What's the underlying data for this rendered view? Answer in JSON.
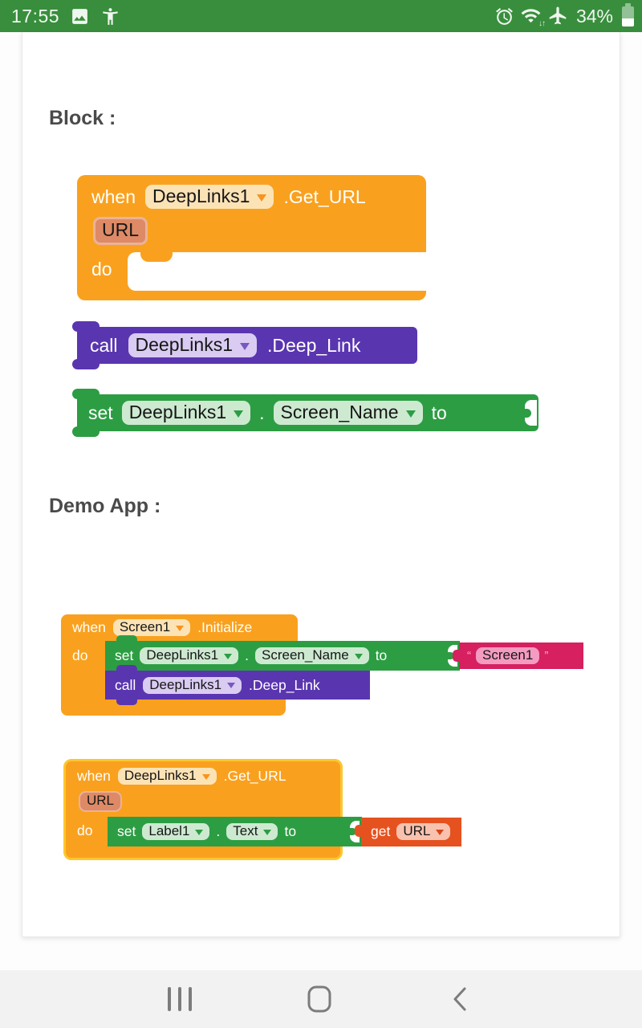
{
  "status_bar": {
    "time": "17:55",
    "battery": "34%",
    "left_icons": [
      "image-icon",
      "accessibility-icon"
    ],
    "right_icons": [
      "alarm-icon",
      "wifi-icon",
      "airplane-icon",
      "battery-icon"
    ]
  },
  "headings": {
    "block": "Block :",
    "demo": "Demo App :"
  },
  "kw": {
    "when": "when",
    "do": "do",
    "call": "call",
    "set": "set",
    "to": "to",
    "get": "get",
    "dot": "."
  },
  "block_section": {
    "event": {
      "component": "DeepLinks1",
      "event_name": ".Get_URL",
      "param": "URL"
    },
    "call": {
      "component": "DeepLinks1",
      "method": ".Deep_Link"
    },
    "setter": {
      "component": "DeepLinks1",
      "property": "Screen_Name"
    }
  },
  "demo_section": {
    "init": {
      "component": "Screen1",
      "event_name": ".Initialize"
    },
    "set1": {
      "component": "DeepLinks1",
      "property": "Screen_Name",
      "quote_open": "“",
      "quote_close": "”",
      "value": "Screen1"
    },
    "call1": {
      "component": "DeepLinks1",
      "method": ".Deep_Link"
    },
    "event2": {
      "component": "DeepLinks1",
      "event_name": ".Get_URL",
      "param": "URL"
    },
    "set2": {
      "component": "Label1",
      "property": "Text"
    },
    "get": {
      "variable": "URL"
    }
  },
  "nav_bar": {
    "icons": [
      "recents-icon",
      "home-icon",
      "back-icon"
    ]
  },
  "colors": {
    "status_bar_bg": "#388E3C",
    "event_orange": "#F9A11E",
    "call_purple": "#5A35B0",
    "setter_green": "#2D9D43",
    "string_magenta": "#D6205F",
    "getter_red": "#E5521F",
    "selected_border_gold": "#FDC62E",
    "nav_bg": "#F2F2F2"
  }
}
